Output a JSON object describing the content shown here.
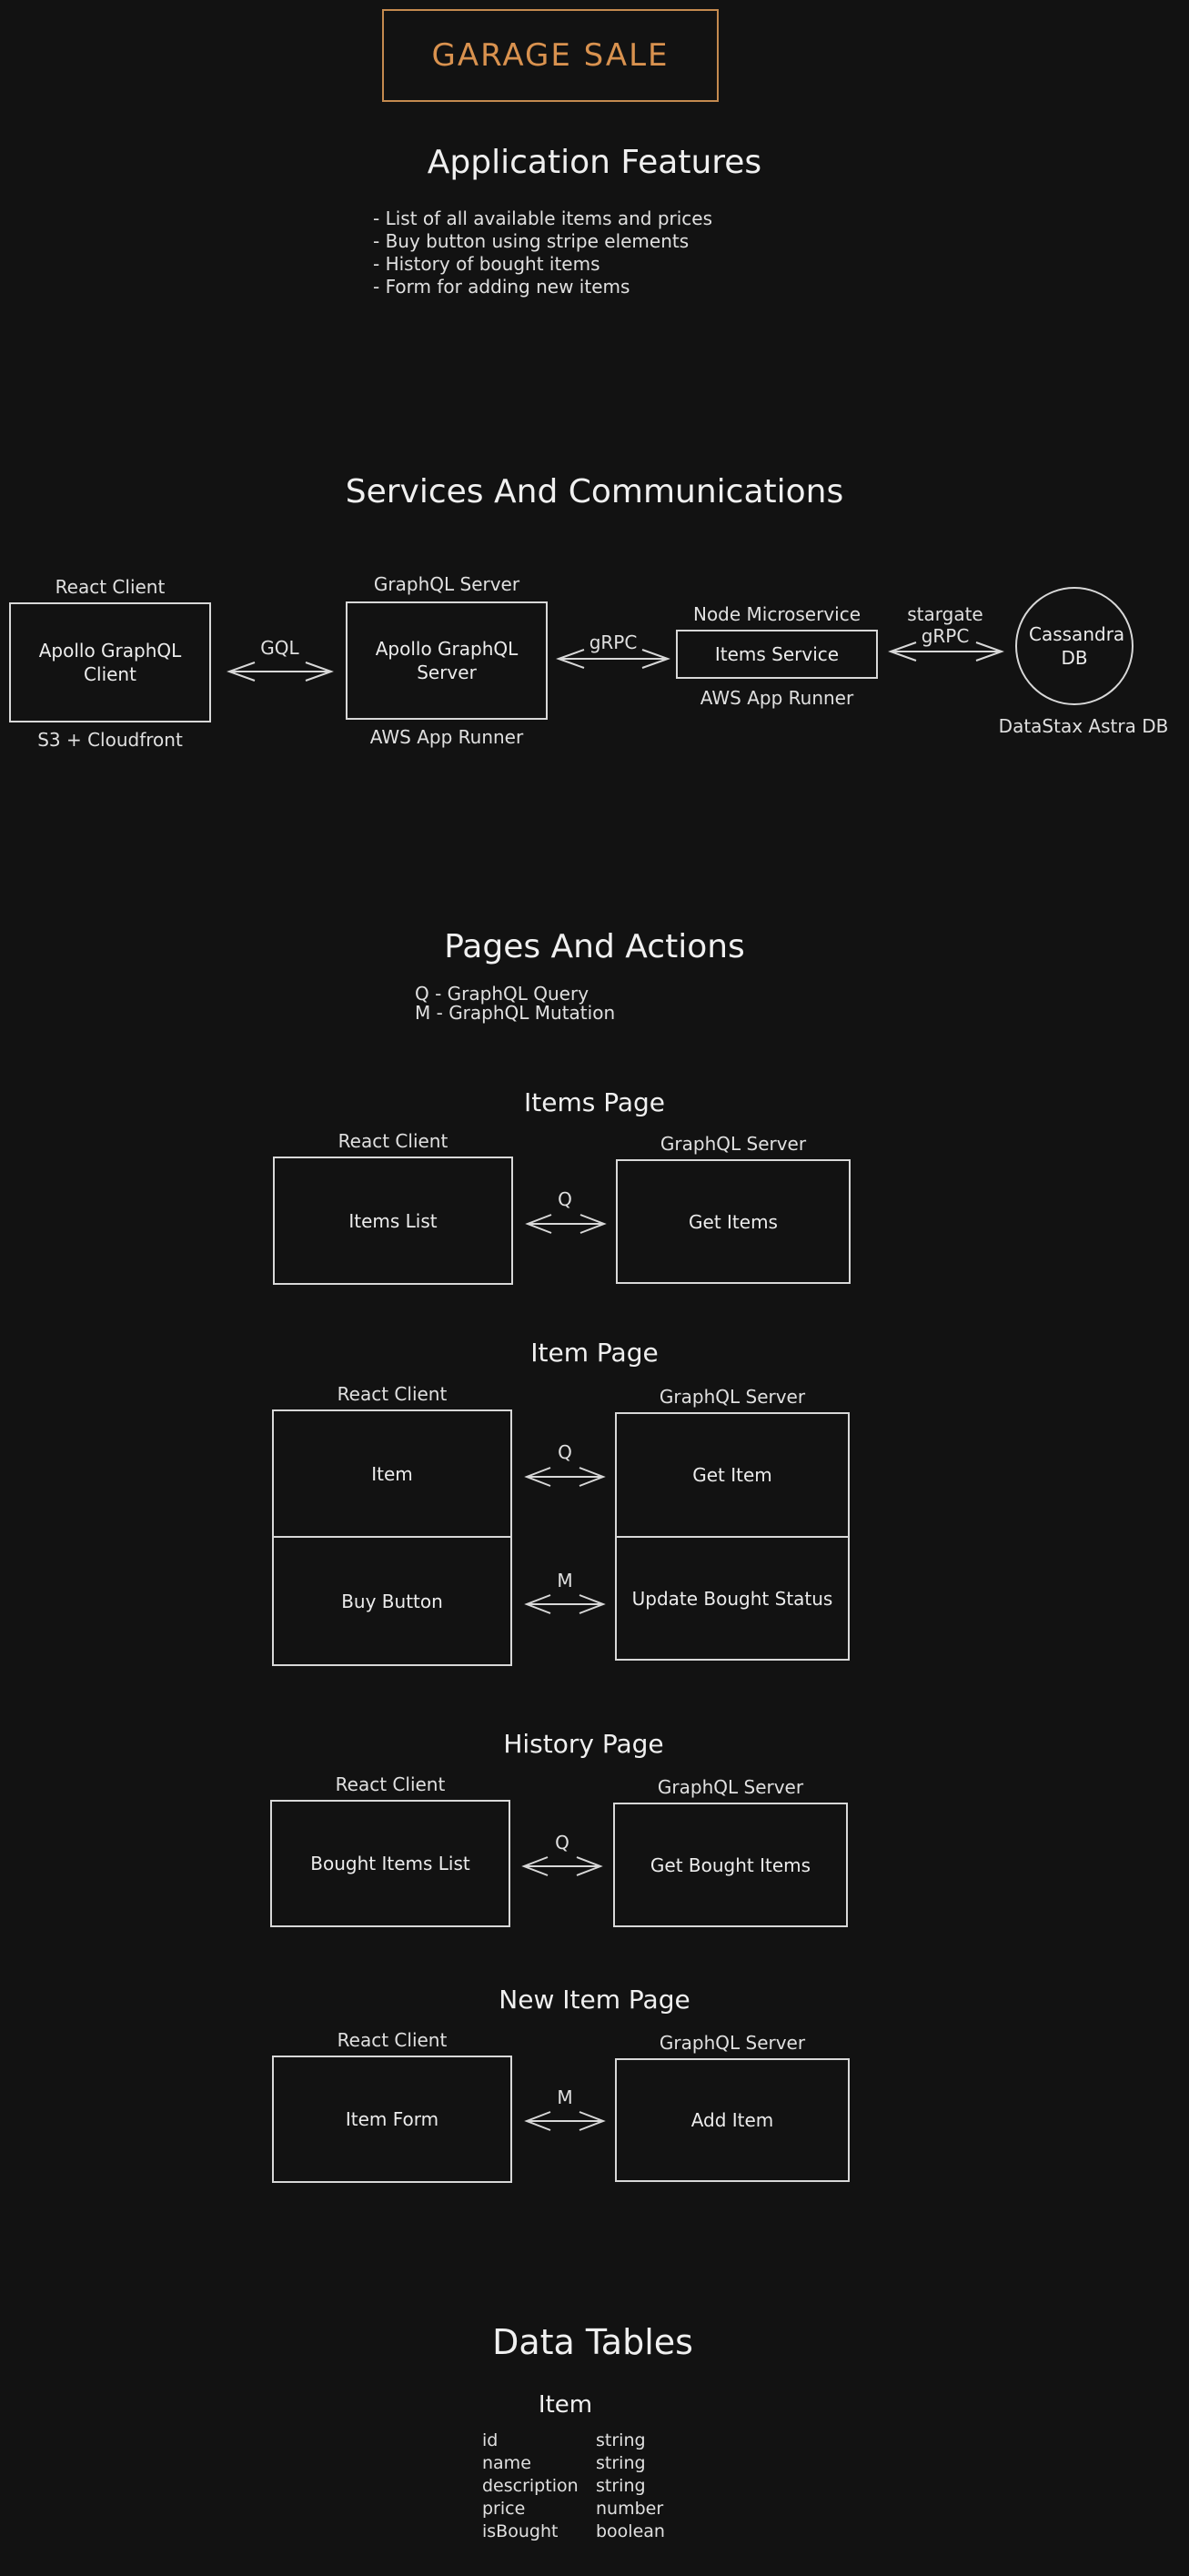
{
  "title": "GARAGE SALE",
  "features": {
    "heading": "Application Features",
    "items": [
      "- List of all available items and prices",
      "- Buy button using stripe elements",
      "- History of bought items",
      "- Form for adding new items"
    ]
  },
  "services": {
    "heading": "Services And Communications",
    "client": {
      "top_label": "React Client",
      "box": "Apollo GraphQL Client",
      "bottom_label": "S3 + Cloudfront"
    },
    "gql_label": "GQL",
    "server": {
      "top_label": "GraphQL Server",
      "box": "Apollo GraphQL Server",
      "bottom_label": "AWS App Runner"
    },
    "grpc_label": "gRPC",
    "micro": {
      "top_label": "Node Microservice",
      "box": "Items Service",
      "bottom_label": "AWS App Runner"
    },
    "stargate_label_1": "stargate",
    "stargate_label_2": "gRPC",
    "db": {
      "box": "Cassandra DB",
      "bottom_label": "DataStax Astra DB"
    }
  },
  "pages": {
    "heading": "Pages And Actions",
    "legend_q": "Q - GraphQL Query",
    "legend_m": "M - GraphQL Mutation",
    "items_page": {
      "title": "Items Page",
      "client_label": "React Client",
      "server_label": "GraphQL Server",
      "client_box": "Items List",
      "op": "Q",
      "server_box": "Get Items"
    },
    "item_page": {
      "title": "Item Page",
      "client_label": "React Client",
      "server_label": "GraphQL Server",
      "client_box_1": "Item",
      "op_1": "Q",
      "server_box_1": "Get Item",
      "client_box_2": "Buy Button",
      "op_2": "M",
      "server_box_2": "Update Bought Status"
    },
    "history_page": {
      "title": "History Page",
      "client_label": "React Client",
      "server_label": "GraphQL Server",
      "client_box": "Bought Items List",
      "op": "Q",
      "server_box": "Get Bought Items"
    },
    "new_item_page": {
      "title": "New Item Page",
      "client_label": "React Client",
      "server_label": "GraphQL Server",
      "client_box": "Item Form",
      "op": "M",
      "server_box": "Add Item"
    }
  },
  "data_tables": {
    "heading": "Data Tables",
    "item_table": {
      "name": "Item",
      "rows": [
        {
          "field": "id",
          "type": "string"
        },
        {
          "field": "name",
          "type": "string"
        },
        {
          "field": "description",
          "type": "string"
        },
        {
          "field": "price",
          "type": "number"
        },
        {
          "field": "isBought",
          "type": "boolean"
        }
      ]
    }
  }
}
